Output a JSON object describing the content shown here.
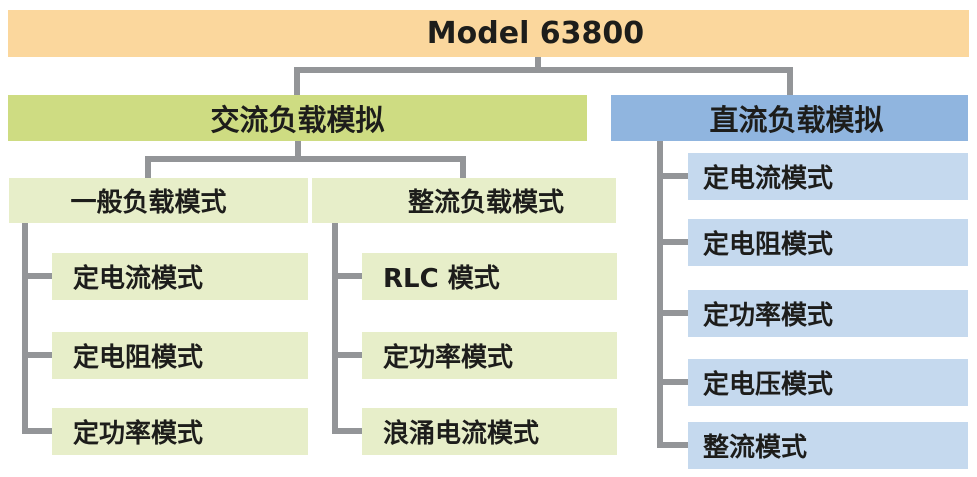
{
  "tree": {
    "root_label": "Model 63800",
    "ac": {
      "label": "交流负载模拟",
      "general": {
        "label": "一般负载模式",
        "modes": [
          "定电流模式",
          "定电阻模式",
          "定功率模式"
        ]
      },
      "rectified": {
        "label": "整流负载模式",
        "modes": [
          "RLC 模式",
          "定功率模式",
          "浪涌电流模式"
        ]
      }
    },
    "dc": {
      "label": "直流负载模拟",
      "modes": [
        "定电流模式",
        "定电阻模式",
        "定功率模式",
        "定电压模式",
        "整流模式"
      ]
    }
  },
  "colors": {
    "root_banner": "#FBD79D",
    "ac_banner": "#CEDC82",
    "ac_item_bg": "#E7EEC9",
    "dc_banner": "#90B5DF",
    "dc_item_bg": "#C5D9EE",
    "connector": "#939598",
    "text": "#1D1D1B"
  }
}
